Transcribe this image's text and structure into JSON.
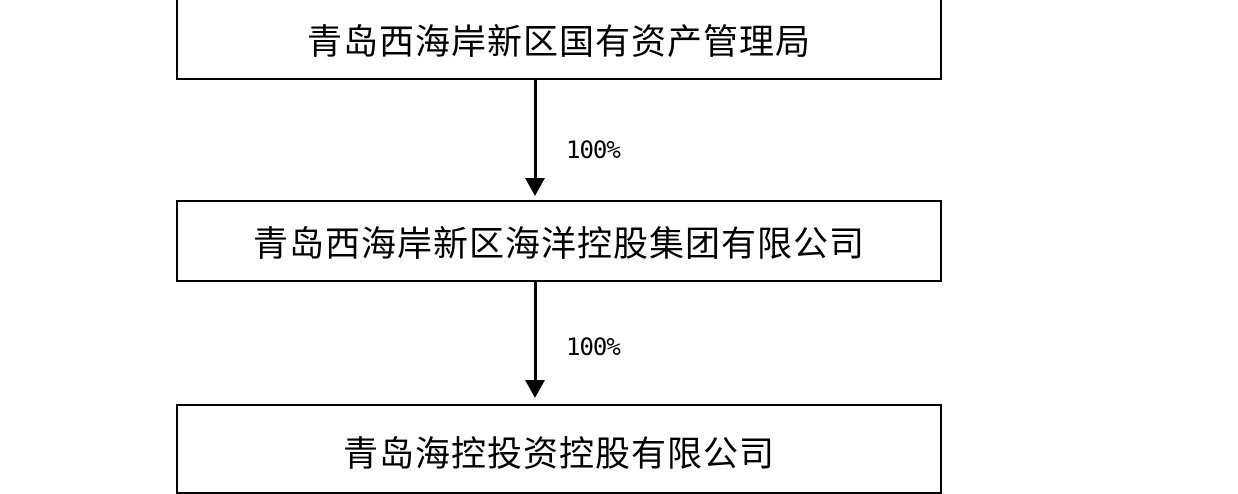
{
  "nodes": [
    {
      "label": "青岛西海岸新区国有资产管理局"
    },
    {
      "label": "青岛西海岸新区海洋控股集团有限公司"
    },
    {
      "label": "青岛海控投资控股有限公司"
    }
  ],
  "edges": [
    {
      "from": 0,
      "to": 1,
      "label": "100%"
    },
    {
      "from": 1,
      "to": 2,
      "label": "100%"
    }
  ]
}
